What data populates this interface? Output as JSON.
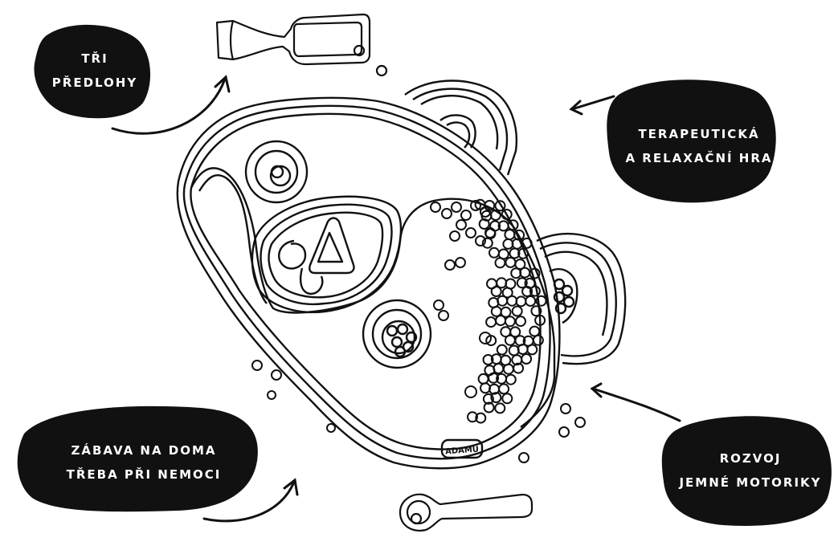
{
  "callouts": {
    "templates": {
      "line1": "TŘI",
      "line2": "PŘEDLOHY"
    },
    "therapy": {
      "line1": "TERAPEUTICKÁ",
      "line2": "A RELAXAČNÍ HRA"
    },
    "home_fun": {
      "line1": "ZÁBAVA NA DOMA",
      "line2": "TŘEBA PŘI NEMOCI"
    },
    "motor_skills": {
      "line1": "ROZVOJ",
      "line2": "JEMNÉ MOTORIKY"
    }
  },
  "tray": {
    "brand_text": "ADAMU"
  },
  "colors": {
    "ink": "#111111",
    "background": "#ffffff",
    "label_text": "#ffffff"
  }
}
